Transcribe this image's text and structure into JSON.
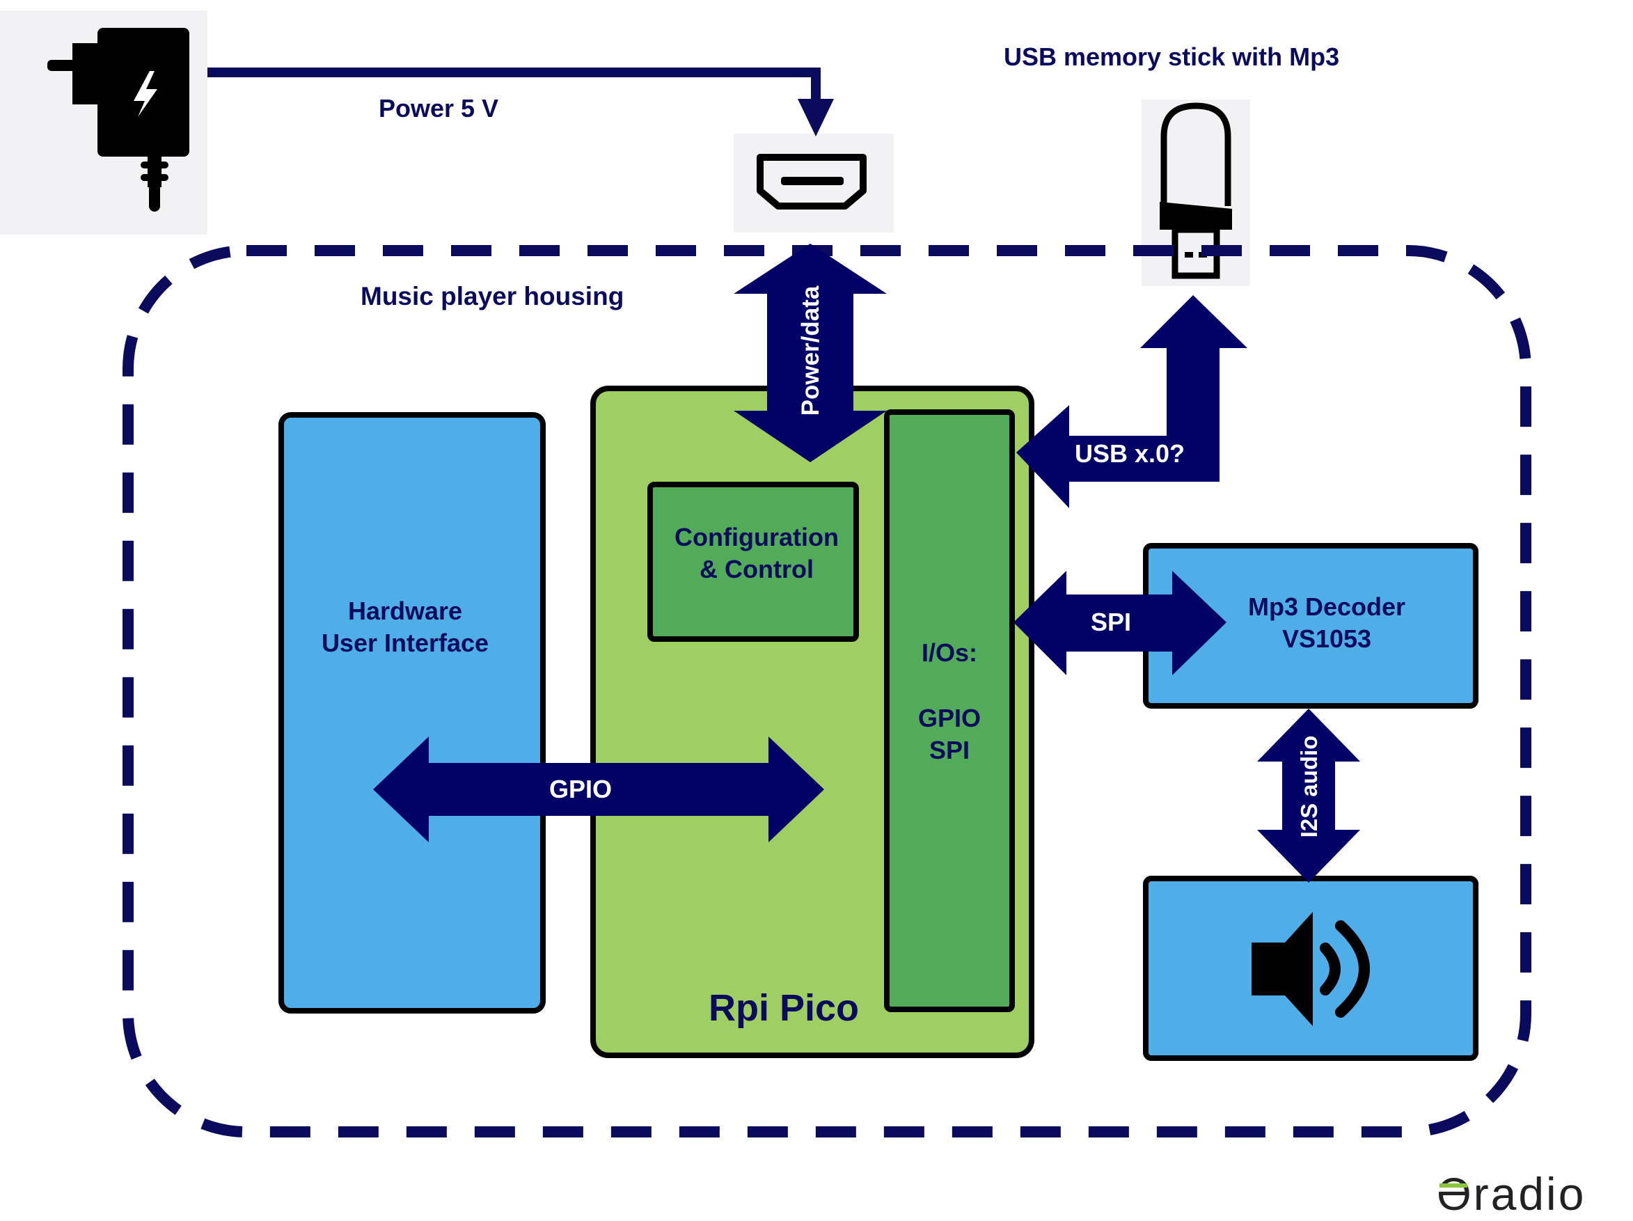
{
  "labels": {
    "power": "Power 5 V",
    "usb_stick": "USB memory stick with Mp3",
    "housing": "Music player housing",
    "power_data": "Power/data",
    "usb_link": "USB x.0?",
    "config_line1": "Configuration",
    "config_line2": "& Control",
    "hw_ui_line1": "Hardware",
    "hw_ui_line2": "User Interface",
    "ios_line1": "I/Os:",
    "ios_line2": "GPIO",
    "ios_line3": "SPI",
    "gpio": "GPIO",
    "spi": "SPI",
    "decoder_line1": "Mp3 Decoder",
    "decoder_line2": "VS1053",
    "i2s": "I2S audio",
    "pico": "Rpi Pico",
    "brand": "Əradio"
  },
  "icons": {
    "charger": "power-adapter-icon",
    "port": "usb-c-port-icon",
    "stick": "usb-stick-icon",
    "speaker": "speaker-icon"
  },
  "colors": {
    "navy": "#0b0b5e",
    "light_blue": "#4fade8",
    "light_green": "#9fcf62",
    "green": "#52ab59",
    "icon_bg": "#f2f2f4"
  }
}
